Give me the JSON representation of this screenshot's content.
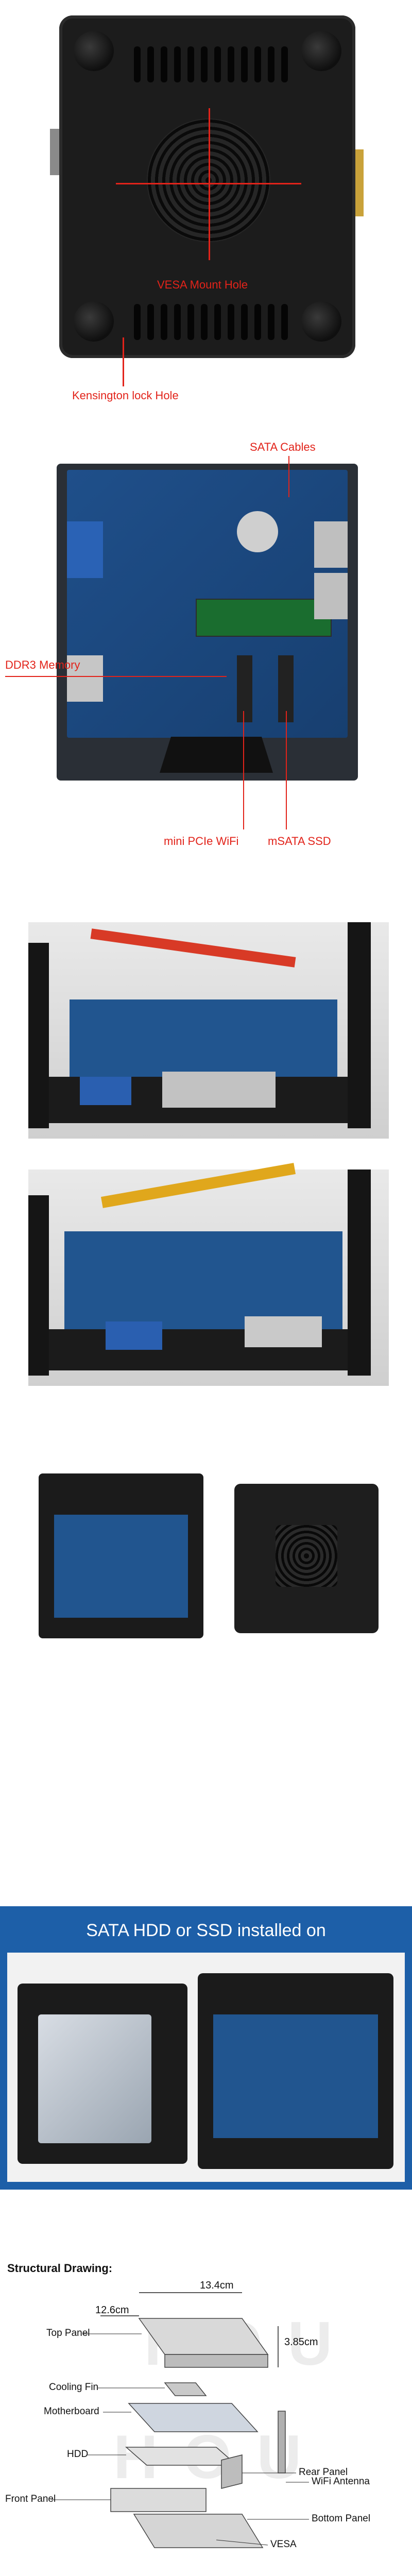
{
  "callouts": {
    "vesa_mount_hole": "VESA Mount Hole",
    "kensington_lock_hole": "Kensington lock Hole",
    "sata_cables": "SATA Cables",
    "ddr3_memory": "DDR3 Memory",
    "mini_pcie_wifi": "mini PCIe WiFi",
    "msata_ssd": "mSATA SSD"
  },
  "banner": {
    "title": "SATA HDD or SSD installed on"
  },
  "structural": {
    "title": "Structural Drawing:",
    "dim_width": "13.4cm",
    "dim_depth": "12.6cm",
    "dim_height": "3.85cm",
    "parts": {
      "top_panel": "Top Panel",
      "cooling_fin": "Cooling Fin",
      "motherboard": "Motherboard",
      "hdd": "HDD",
      "rear_panel": "Rear Panel",
      "wifi_antenna": "WiFi Antenna",
      "front_panel": "Front Panel",
      "bottom_panel": "Bottom Panel",
      "vesa": "VESA"
    }
  },
  "colors": {
    "callout_red": "#e2231a",
    "banner_blue": "#1d5fa8"
  }
}
